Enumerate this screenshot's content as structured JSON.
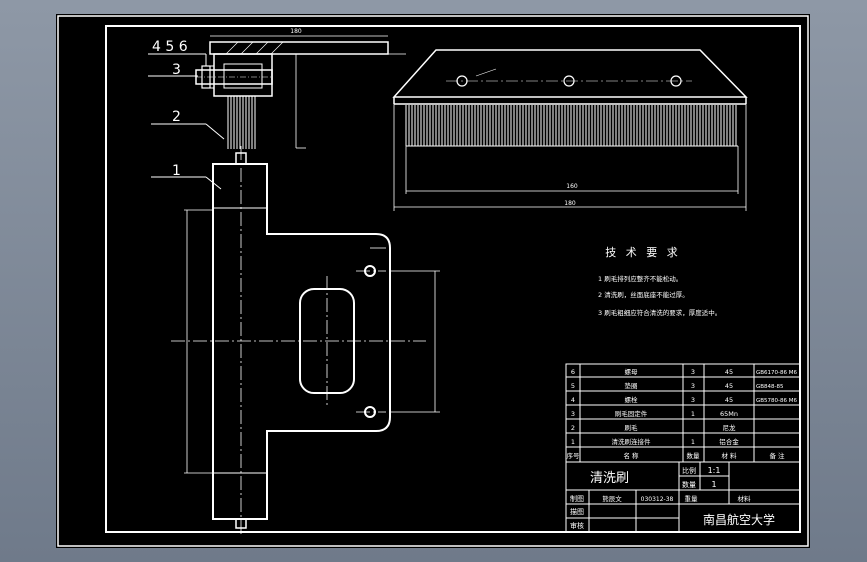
{
  "balloons": {
    "b456": "4 5 6",
    "b3": "3",
    "b2": "2",
    "b1": "1"
  },
  "tech_requirements": {
    "title": "技 术 要 求",
    "items": [
      "1  刷毛排列应整齐不能松动。",
      "2  清洗刷，丝面底座不能过厚。",
      "3  刷毛粗细应符合清洗的要求，厚度适中。"
    ]
  },
  "parts_list": {
    "rows": [
      {
        "no": "6",
        "name": "螺母",
        "qty": "3",
        "material": "45",
        "std": "GB6170-86 M6"
      },
      {
        "no": "5",
        "name": "垫圈",
        "qty": "3",
        "material": "45",
        "std": "GB848-85"
      },
      {
        "no": "4",
        "name": "螺栓",
        "qty": "3",
        "material": "45",
        "std": "GB5780-86 M6"
      },
      {
        "no": "3",
        "name": "刷毛固定件",
        "qty": "1",
        "material": "65Mn",
        "std": ""
      },
      {
        "no": "2",
        "name": "刷毛",
        "qty": "",
        "material": "尼龙",
        "std": ""
      },
      {
        "no": "1",
        "name": "清洗刷连接件",
        "qty": "1",
        "material": "铝合金",
        "std": ""
      }
    ],
    "header": {
      "no": "序号",
      "name": "名   称",
      "qty": "数量",
      "material": "材  料",
      "std": "备 注"
    }
  },
  "title_block": {
    "drawing_name": "清洗刷",
    "scale_label": "比例",
    "scale_value": "1:1",
    "qty_label": "数量",
    "qty_value": "1",
    "designer_label": "制图",
    "designer_name": "熊辰文",
    "drawing_no": "030312-38",
    "weight_label": "重量",
    "material_label": "材料",
    "checker_label": "描图",
    "reviewer_label": "审核",
    "school": "南昌航空大学"
  },
  "dims": {
    "top_width": "180",
    "brush_len": "160",
    "overall": "180"
  }
}
